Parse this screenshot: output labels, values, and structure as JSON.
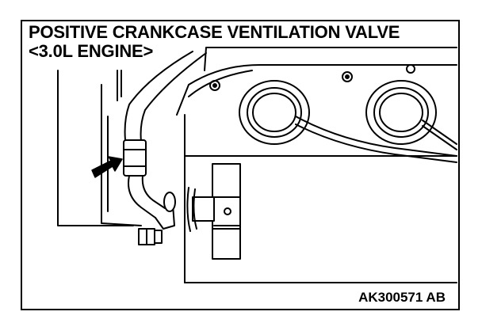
{
  "diagram": {
    "title_line1": "POSITIVE CRANKCASE VENTILATION VALVE",
    "title_line2": "<3.0L ENGINE>",
    "figure_id": "AK300571 AB",
    "arrow_icon": "pointer-arrow",
    "colors": {
      "ink": "#000000",
      "paper": "#ffffff",
      "shade": "#d9d9d9"
    }
  }
}
